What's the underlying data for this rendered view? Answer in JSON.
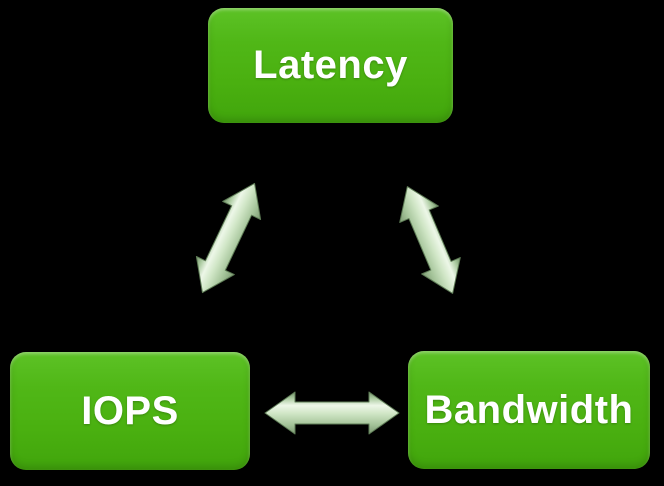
{
  "diagram": {
    "background_color": "#000000",
    "nodes": [
      {
        "id": "latency",
        "label": "Latency"
      },
      {
        "id": "iops",
        "label": "IOPS"
      },
      {
        "id": "bandwidth",
        "label": "Bandwidth"
      }
    ],
    "edges": [
      {
        "from": "latency",
        "to": "iops",
        "style": "double-headed-arrow"
      },
      {
        "from": "latency",
        "to": "bandwidth",
        "style": "double-headed-arrow"
      },
      {
        "from": "iops",
        "to": "bandwidth",
        "style": "double-headed-arrow"
      }
    ],
    "colors": {
      "node_fill": "#4ab010",
      "node_fill_light": "#5dc226",
      "node_fill_dark": "#41a50c",
      "node_text": "#ffffff",
      "arrow_highlight": "#edf7e8",
      "arrow_fill": "#c3ddb9",
      "arrow_shadow": "#74916b",
      "arrow_outline": "#5e7c56"
    }
  }
}
